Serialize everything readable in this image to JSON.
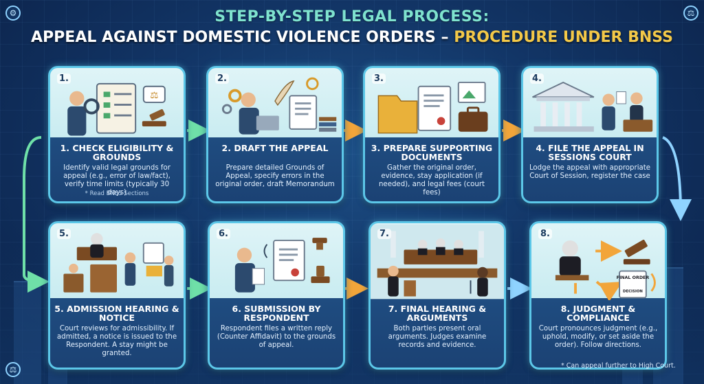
{
  "header": {
    "title_line1": "STEP-BY-STEP LEGAL PROCESS:",
    "title_line2_main": "APPEAL AGAINST DOMESTIC VIOLENCE ORDERS –",
    "title_line2_highlight": "PROCEDURE UNDER BNSS"
  },
  "steps": [
    {
      "num": "1.",
      "title": "1. Check Eligibility & Grounds",
      "desc": "Identify valid legal grounds for appeal (e.g., error of law/fact), verify time limits (typically 30 days)",
      "note": "* Read BNSS Sections"
    },
    {
      "num": "2.",
      "title": "2. Draft the Appeal",
      "desc": "Prepare detailed Grounds of Appeal, specify errors in the original order, draft Memorandum",
      "note": ""
    },
    {
      "num": "3.",
      "title": "3. Prepare Supporting Documents",
      "desc": "Gather the original order, evidence, stay application (if needed), and legal fees (court fees)",
      "note": ""
    },
    {
      "num": "4.",
      "title": "4. File the Appeal in Sessions Court",
      "desc": "Lodge the appeal with appropriate Court of Session, register the case",
      "note": ""
    },
    {
      "num": "5.",
      "title": "5. Admission Hearing & Notice",
      "desc": "Court reviews for admissibility. If admitted, a notice is issued to the Respondent. A stay might be granted.",
      "note": ""
    },
    {
      "num": "6.",
      "title": "6. Submission by Respondent",
      "desc": "Respondent files a written reply (Counter Affidavit) to the grounds of appeal.",
      "note": ""
    },
    {
      "num": "7.",
      "title": "7. Final Hearing & Arguments",
      "desc": "Both parties present oral arguments. Judges examine records and evidence.",
      "note": ""
    },
    {
      "num": "8.",
      "title": "8. Judgment & Compliance",
      "desc": "Court pronounces judgment (e.g., uphold, modify, or set aside the order). Follow directions.",
      "note": ""
    }
  ],
  "illustration_text": {
    "final_order": "FINAL ORDER",
    "decision": "DECISION"
  },
  "footnote": "* Can appeal further to High Court.",
  "colors": {
    "accent_teal": "#7fe3cf",
    "accent_gold": "#f4c948",
    "card_border": "#5cc7e8",
    "arrow_orange": "#f2a53a",
    "arrow_green": "#6fe0a8"
  }
}
